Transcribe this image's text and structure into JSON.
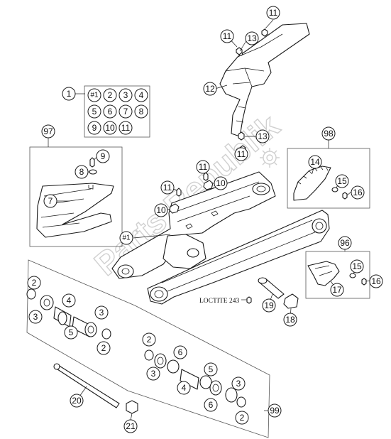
{
  "watermark": "Parts Republik",
  "loctite_note": "LOCTITE 243",
  "kit_legend": {
    "number": "1",
    "items": [
      "#1",
      "2",
      "3",
      "4",
      "5",
      "6",
      "7",
      "8",
      "9",
      "10",
      "11"
    ]
  },
  "callouts": {
    "c11a": "11",
    "c11b": "11",
    "c13a": "13",
    "c12": "12",
    "c13b": "13",
    "c11c": "11",
    "c97": "97",
    "c9": "9",
    "c8": "8",
    "c7": "7",
    "c11d": "11",
    "c10a": "10",
    "c11e": "11",
    "c10b": "10",
    "c1sa": "#1",
    "c98": "98",
    "c14": "14",
    "c15a": "15",
    "c16a": "16",
    "c96": "96",
    "c15b": "15",
    "c16b": "16",
    "c17": "17",
    "c19": "19",
    "c18": "18",
    "l2a": "2",
    "l3a": "3",
    "l4a": "4",
    "l3b": "3",
    "l5a": "5",
    "l2b": "2",
    "r2a": "2",
    "r6a": "6",
    "r3a": "3",
    "r4a": "4",
    "r5a": "5",
    "r3b": "3",
    "r6b": "6",
    "r2b": "2",
    "c99": "99",
    "c20": "20",
    "c21": "21"
  }
}
